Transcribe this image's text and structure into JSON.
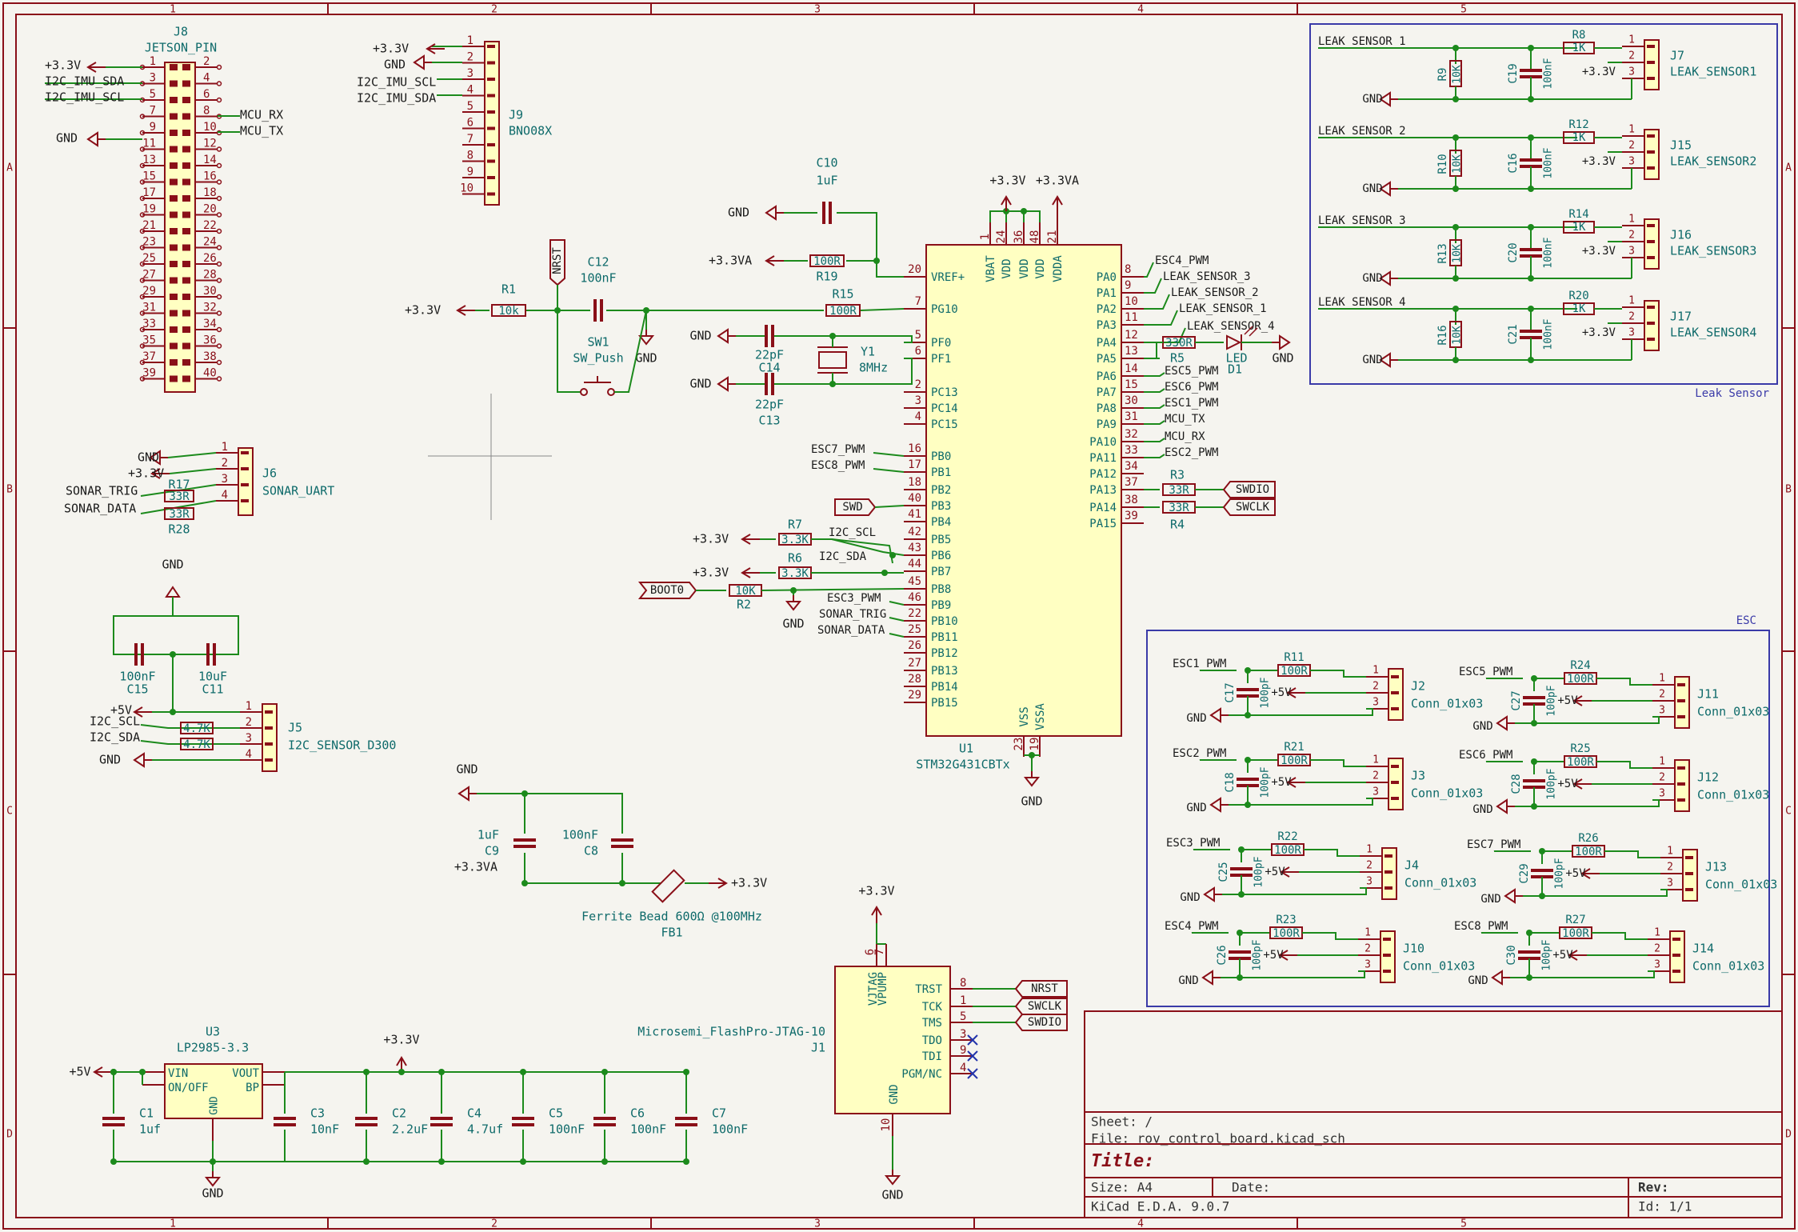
{
  "sheet": {
    "col_labels": [
      "1",
      "2",
      "3",
      "4",
      "5"
    ],
    "row_labels": [
      "A",
      "B",
      "C",
      "D"
    ]
  },
  "title_block": {
    "sheet": "Sheet: /",
    "file": "File: rov_control_board.kicad_sch",
    "title": "Title:",
    "size": "Size: A4",
    "date": "Date:",
    "rev": "Rev:",
    "tool": "KiCad E.D.A. 9.0.7",
    "id": "Id: 1/1"
  },
  "groups": {
    "leak": "Leak Sensor",
    "esc": "ESC"
  },
  "j8": {
    "ref": "J8",
    "name": "JETSON_PIN",
    "odd": [
      "1",
      "3",
      "5",
      "7",
      "9",
      "11",
      "13",
      "15",
      "17",
      "19",
      "21",
      "23",
      "25",
      "27",
      "29",
      "31",
      "33",
      "35",
      "37",
      "39"
    ],
    "even": [
      "2",
      "4",
      "6",
      "8",
      "10",
      "12",
      "14",
      "16",
      "18",
      "20",
      "22",
      "24",
      "26",
      "28",
      "30",
      "32",
      "34",
      "36",
      "38",
      "40"
    ],
    "net_33": "+3.3V",
    "net_sda": "I2C_IMU_SDA",
    "net_scl": "I2C_IMU_SCL",
    "net_gnd": "GND",
    "net_rx": "MCU_RX",
    "net_tx": "MCU_TX"
  },
  "j9": {
    "ref": "J9",
    "name": "BNO08X",
    "pins": [
      "1",
      "2",
      "3",
      "4",
      "5",
      "6",
      "7",
      "8",
      "9",
      "10"
    ],
    "nets": [
      "+3.3V",
      "GND",
      "I2C_IMU_SCL",
      "I2C_IMU_SDA"
    ]
  },
  "j6": {
    "ref": "J6",
    "name": "SONAR_UART",
    "pins": [
      "1",
      "2",
      "3",
      "4"
    ],
    "nets": [
      "GND",
      "+3.3V",
      "SONAR_TRIG",
      "SONAR_DATA"
    ],
    "r_a": "R17",
    "r_b": "R28",
    "rv": "33R"
  },
  "j5block": {
    "gnd": "GND",
    "c15": "C15",
    "c15v": "100nF",
    "c11": "C11",
    "c11v": "10uF",
    "ref": "J5",
    "name": "I2C_SENSOR_D300",
    "pins": [
      "1",
      "2",
      "3",
      "4"
    ],
    "nets": [
      "+5V",
      "I2C_SCL",
      "I2C_SDA",
      "GND"
    ],
    "rv": "4.7K"
  },
  "mcu": {
    "ref": "U1",
    "part": "STM32G431CBTx",
    "left_pins": [
      {
        "num": "20",
        "name": "VREF+"
      },
      {
        "num": "7",
        "name": "PG10"
      },
      {
        "num": "5",
        "name": "PF0"
      },
      {
        "num": "6",
        "name": "PF1"
      },
      {
        "num": "2",
        "name": "PC13"
      },
      {
        "num": "3",
        "name": "PC14"
      },
      {
        "num": "4",
        "name": "PC15"
      },
      {
        "num": "16",
        "name": "PB0"
      },
      {
        "num": "17",
        "name": "PB1"
      },
      {
        "num": "18",
        "name": "PB2"
      },
      {
        "num": "40",
        "name": "PB3"
      },
      {
        "num": "41",
        "name": "PB4"
      },
      {
        "num": "42",
        "name": "PB5"
      },
      {
        "num": "43",
        "name": "PB6"
      },
      {
        "num": "44",
        "name": "PB7"
      },
      {
        "num": "45",
        "name": "PB8"
      },
      {
        "num": "46",
        "name": "PB9"
      },
      {
        "num": "22",
        "name": "PB10"
      },
      {
        "num": "25",
        "name": "PB11"
      },
      {
        "num": "26",
        "name": "PB12"
      },
      {
        "num": "27",
        "name": "PB13"
      },
      {
        "num": "28",
        "name": "PB14"
      },
      {
        "num": "29",
        "name": "PB15"
      }
    ],
    "right_pins": [
      {
        "num": "8",
        "name": "PA0",
        "net": "ESC4_PWM"
      },
      {
        "num": "9",
        "name": "PA1",
        "net": "LEAK_SENSOR_3"
      },
      {
        "num": "10",
        "name": "PA2",
        "net": "LEAK_SENSOR_2"
      },
      {
        "num": "11",
        "name": "PA3",
        "net": "LEAK_SENSOR_1"
      },
      {
        "num": "12",
        "name": "PA4",
        "net": "LEAK_SENSOR_4"
      },
      {
        "num": "13",
        "name": "PA5",
        "net": ""
      },
      {
        "num": "14",
        "name": "PA6",
        "net": "ESC5_PWM"
      },
      {
        "num": "15",
        "name": "PA7",
        "net": "ESC6_PWM"
      },
      {
        "num": "30",
        "name": "PA8",
        "net": "ESC1_PWM"
      },
      {
        "num": "31",
        "name": "PA9",
        "net": "MCU_TX"
      },
      {
        "num": "32",
        "name": "PA10",
        "net": "MCU_RX"
      },
      {
        "num": "33",
        "name": "PA11",
        "net": "ESC2_PWM"
      },
      {
        "num": "34",
        "name": "PA12",
        "net": ""
      },
      {
        "num": "37",
        "name": "PA13",
        "net": ""
      },
      {
        "num": "38",
        "name": "PA14",
        "net": ""
      },
      {
        "num": "39",
        "name": "PA15",
        "net": ""
      }
    ],
    "top_pins": [
      {
        "num": "1",
        "name": "VBAT"
      },
      {
        "num": "24",
        "name": "VDD"
      },
      {
        "num": "36",
        "name": "VDD"
      },
      {
        "num": "48",
        "name": "VDD"
      },
      {
        "num": "21",
        "name": "VDDA"
      }
    ],
    "bottom_pins": [
      {
        "num": "23",
        "name": "VSS"
      },
      {
        "num": "19",
        "name": "VSSA"
      }
    ],
    "left_nets": {
      "pb0": "ESC7_PWM",
      "pb1": "ESC8_PWM",
      "pb9": "ESC3_PWM",
      "pb10": "SONAR_TRIG",
      "pb11": "SONAR_DATA",
      "i2c_scl": "I2C_SCL",
      "i2c_sda": "I2C_SDA"
    },
    "gnd": "GND"
  },
  "mcu_periph": {
    "top_33": "+3.3V",
    "top_33a": "+3.3VA",
    "c10": "C10",
    "c10v": "1uF",
    "gnd": "GND",
    "p33va": "+3.3VA",
    "r19": "R19",
    "r19v": "100R",
    "nrst": "NRST",
    "c12": "C12",
    "c12v": "100nF",
    "r1": "R1",
    "r1v": "10k",
    "p33": "+3.3V",
    "r15": "R15",
    "r15v": "100R",
    "sw1": "SW1",
    "sw1v": "SW_Push",
    "c14": "C14",
    "c13": "C13",
    "cv": "22pF",
    "y1": "Y1",
    "y1v": "8MHz",
    "swd": "SWD",
    "boot0": "BOOT0",
    "r7": "R7",
    "r6": "R6",
    "r2": "R2",
    "rv_pull": "3.3K",
    "r2v": "10K",
    "r5": "R5",
    "r5v": "330R",
    "d1": "D1",
    "d1v": "LED",
    "r3": "R3",
    "r4": "R4",
    "r34v": "33R",
    "swdio": "SWDIO",
    "swclk": "SWCLK"
  },
  "ferrite": {
    "gnd": "GND",
    "c9": "C9",
    "c9v": "1uF",
    "c8": "C8",
    "c8v": "100nF",
    "p33va": "+3.3VA",
    "p33": "+3.3V",
    "fb": "FB1",
    "fbv": "Ferrite Bead 600Ω @100MHz"
  },
  "jtag": {
    "ref": "J1",
    "part": "Microsemi_FlashPro-JTAG-10",
    "p33": "+3.3V",
    "gnd": "GND",
    "pins": [
      {
        "num": "8",
        "name": "TRST",
        "net": "NRST"
      },
      {
        "num": "1",
        "name": "TCK",
        "net": "SWCLK"
      },
      {
        "num": "5",
        "name": "TMS",
        "net": "SWDIO"
      },
      {
        "num": "3",
        "name": "TDO",
        "net": ""
      },
      {
        "num": "9",
        "name": "TDI",
        "net": ""
      },
      {
        "num": "4",
        "name": "PGM/NC",
        "net": ""
      }
    ],
    "top_pins": [
      {
        "num": "6",
        "name": "VJTAG"
      },
      {
        "num": "7",
        "name": "VPUMP"
      }
    ],
    "bottom": {
      "num": "10",
      "name": "GND"
    }
  },
  "ldo": {
    "ref": "U3",
    "part": "LP2985-3.3",
    "vin": "VIN",
    "onoff": "ON/OFF",
    "vout": "VOUT",
    "bp": "BP",
    "gndp": "GND",
    "p5": "+5V",
    "p33": "+3.3V",
    "gnd": "GND",
    "caps": [
      {
        "ref": "C1",
        "val": "1uf"
      },
      {
        "ref": "C3",
        "val": "10nF"
      },
      {
        "ref": "C2",
        "val": "2.2uF"
      },
      {
        "ref": "C4",
        "val": "4.7uf"
      },
      {
        "ref": "C5",
        "val": "100nF"
      },
      {
        "ref": "C6",
        "val": "100nF"
      },
      {
        "ref": "C7",
        "val": "100nF"
      }
    ]
  },
  "leak": [
    {
      "net": "LEAK_SENSOR_1",
      "r": "R9",
      "c": "C19",
      "rs": "R8",
      "j": "J7",
      "jn": "LEAK_SENSOR1"
    },
    {
      "net": "LEAK_SENSOR_2",
      "r": "R10",
      "c": "C16",
      "rs": "R12",
      "j": "J15",
      "jn": "LEAK_SENSOR2"
    },
    {
      "net": "LEAK_SENSOR_3",
      "r": "R13",
      "c": "C20",
      "rs": "R14",
      "j": "J16",
      "jn": "LEAK_SENSOR3"
    },
    {
      "net": "LEAK_SENSOR_4",
      "r": "R16",
      "c": "C21",
      "rs": "R20",
      "j": "J17",
      "jn": "LEAK_SENSOR4"
    }
  ],
  "leak_common": {
    "rv": "10K",
    "cv": "100nF",
    "rsv": "1K",
    "gnd": "GND",
    "p33": "+3.3V",
    "pins": [
      "1",
      "2",
      "3"
    ]
  },
  "esc": [
    {
      "net": "ESC1_PWM",
      "c": "C17",
      "r": "R11",
      "j": "J2"
    },
    {
      "net": "ESC5_PWM",
      "c": "C27",
      "r": "R24",
      "j": "J11"
    },
    {
      "net": "ESC2_PWM",
      "c": "C18",
      "r": "R21",
      "j": "J3"
    },
    {
      "net": "ESC6_PWM",
      "c": "C28",
      "r": "R25",
      "j": "J12"
    },
    {
      "net": "ESC3_PWM",
      "c": "C25",
      "r": "R22",
      "j": "J4"
    },
    {
      "net": "ESC7_PWM",
      "c": "C29",
      "r": "R26",
      "j": "J13"
    },
    {
      "net": "ESC4_PWM",
      "c": "C26",
      "r": "R23",
      "j": "J10"
    },
    {
      "net": "ESC8_PWM",
      "c": "C30",
      "r": "R27",
      "j": "J14"
    }
  ],
  "esc_common": {
    "cv": "100pF",
    "rv": "100R",
    "jn": "Conn_01x03",
    "p5": "+5V",
    "gnd": "GND",
    "pins": [
      "1",
      "2",
      "3"
    ]
  },
  "colors": {
    "wire": "#1c8a1c",
    "symbol": "#8a0f18",
    "fill": "#ffffc2",
    "text": "#0e6a6a",
    "net": "#1a1a1a",
    "power": "#8a0f18",
    "frame": "#8a0f18",
    "group": "#3a3aa8"
  }
}
